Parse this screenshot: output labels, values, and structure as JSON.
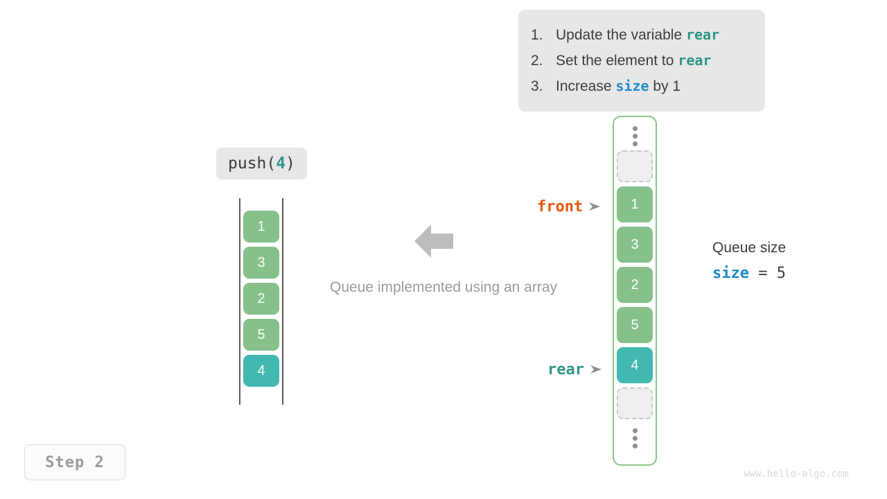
{
  "instructions": [
    {
      "num": "1.",
      "pre": "Update the variable ",
      "keyword": "rear",
      "keyword_kind": "rear",
      "post": ""
    },
    {
      "num": "2.",
      "pre": "Set the element to ",
      "keyword": "rear",
      "keyword_kind": "rear",
      "post": ""
    },
    {
      "num": "3.",
      "pre": "Increase ",
      "keyword": "size",
      "keyword_kind": "size",
      "post": " by 1"
    }
  ],
  "operation": {
    "name": "push(",
    "argument": "4",
    "close": ")"
  },
  "array": {
    "cells": [
      {
        "value": "1",
        "color": "green"
      },
      {
        "value": "3",
        "color": "green"
      },
      {
        "value": "2",
        "color": "green"
      },
      {
        "value": "5",
        "color": "green"
      },
      {
        "value": "4",
        "color": "teal"
      }
    ]
  },
  "caption": "Queue implemented using an array",
  "queue": {
    "top_dots": "⋮",
    "cells": [
      {
        "value": "1",
        "color": "green"
      },
      {
        "value": "3",
        "color": "green"
      },
      {
        "value": "2",
        "color": "green"
      },
      {
        "value": "5",
        "color": "green"
      },
      {
        "value": "4",
        "color": "teal"
      }
    ],
    "bottom_dots": "⋮"
  },
  "pointers": {
    "front": "front",
    "rear": "rear"
  },
  "size_readout": {
    "title": "Queue size",
    "variable": "size",
    "operator": " = ",
    "value": "5"
  },
  "step_badge": "Step 2",
  "watermark": "www.hello-algo.com",
  "colors": {
    "green": "#86c08a",
    "teal": "#41b8b0",
    "rear_keyword": "#2e9687",
    "size_keyword": "#1f8acb",
    "front_pointer": "#e8590c",
    "rear_pointer": "#2e9687",
    "queue_border": "#8bc48a",
    "arrow_gray": "#bdbdbd",
    "caption_gray": "#9b9b9b"
  }
}
